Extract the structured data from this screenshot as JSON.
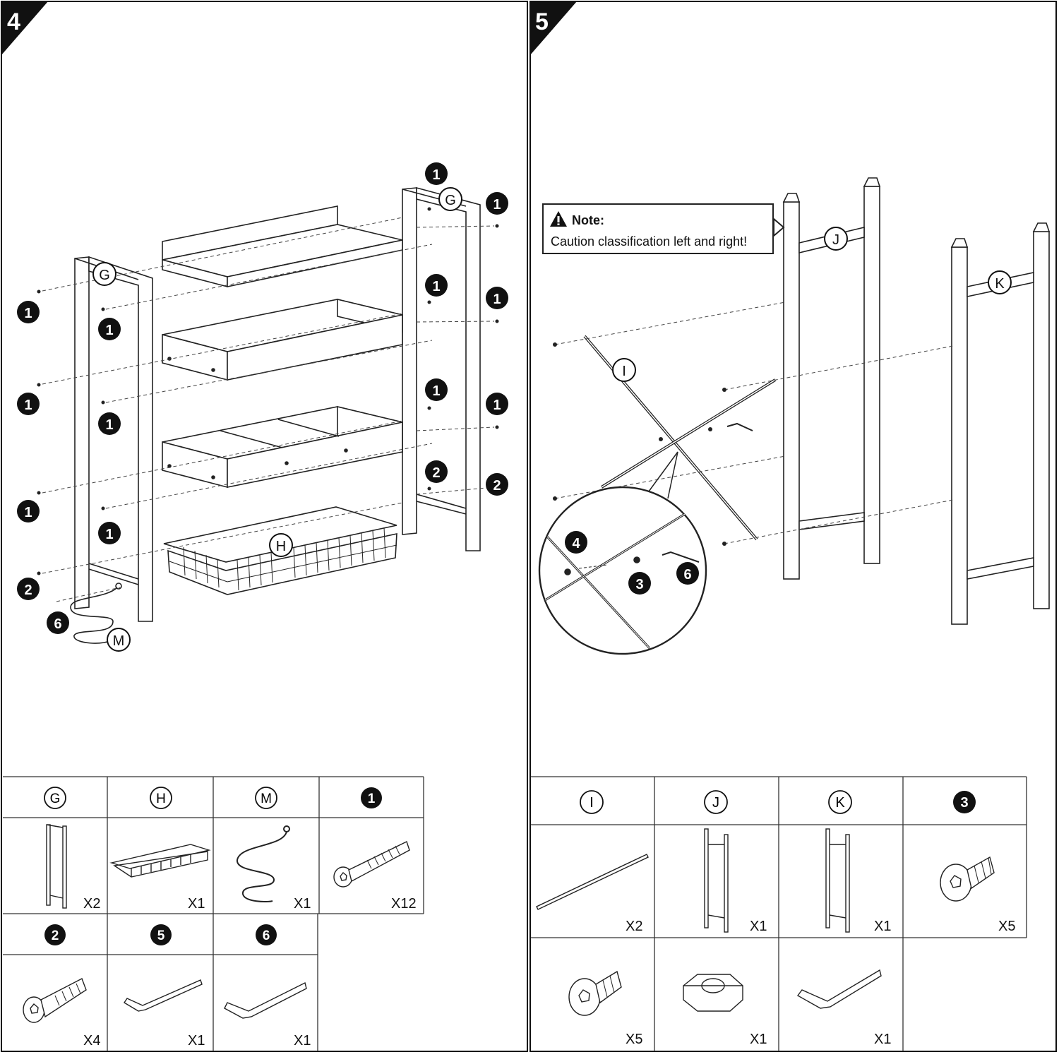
{
  "steps": [
    {
      "number": "4"
    },
    {
      "number": "5"
    }
  ],
  "note": {
    "title": "Note:",
    "text": "Caution classification left and right!"
  },
  "callouts": {
    "step4": {
      "frame_left": "G",
      "frame_right": "G",
      "basket": "H",
      "hook": "M",
      "screw1": "1",
      "screw2": "2",
      "wrench": "6"
    },
    "step5": {
      "bar": "I",
      "frame_j": "J",
      "frame_k": "K",
      "screw3": "3",
      "nut4": "4",
      "wrench6": "6"
    }
  },
  "parts_step4": [
    {
      "label": "G",
      "style": "circle",
      "qty": "X2",
      "icon": "side-frame-icon"
    },
    {
      "label": "H",
      "style": "circle",
      "qty": "X1",
      "icon": "wire-basket-icon"
    },
    {
      "label": "M",
      "style": "circle",
      "qty": "X1",
      "icon": "spiral-hook-icon"
    },
    {
      "label": "1",
      "style": "filled",
      "qty": "X12",
      "icon": "long-screw-icon"
    },
    {
      "label": "2",
      "style": "filled",
      "qty": "X4",
      "icon": "short-screw-icon"
    },
    {
      "label": "5",
      "style": "filled",
      "qty": "X1",
      "icon": "allen-key-icon"
    },
    {
      "label": "6",
      "style": "filled",
      "qty": "X1",
      "icon": "allen-key-icon"
    }
  ],
  "parts_step5": [
    {
      "label": "I",
      "style": "circle",
      "qty": "X2",
      "icon": "cross-bar-icon"
    },
    {
      "label": "J",
      "style": "circle",
      "qty": "X1",
      "icon": "ladder-frame-icon"
    },
    {
      "label": "K",
      "style": "circle",
      "qty": "X1",
      "icon": "ladder-frame-icon"
    },
    {
      "label": "3",
      "style": "filled",
      "qty": "X5",
      "icon": "bolt-icon"
    },
    {
      "label": "",
      "style": "none",
      "qty": "X5",
      "icon": "bolt-icon"
    },
    {
      "label": "",
      "style": "none",
      "qty": "X1",
      "icon": "hex-nut-icon"
    },
    {
      "label": "",
      "style": "none",
      "qty": "X1",
      "icon": "allen-key-icon"
    }
  ]
}
